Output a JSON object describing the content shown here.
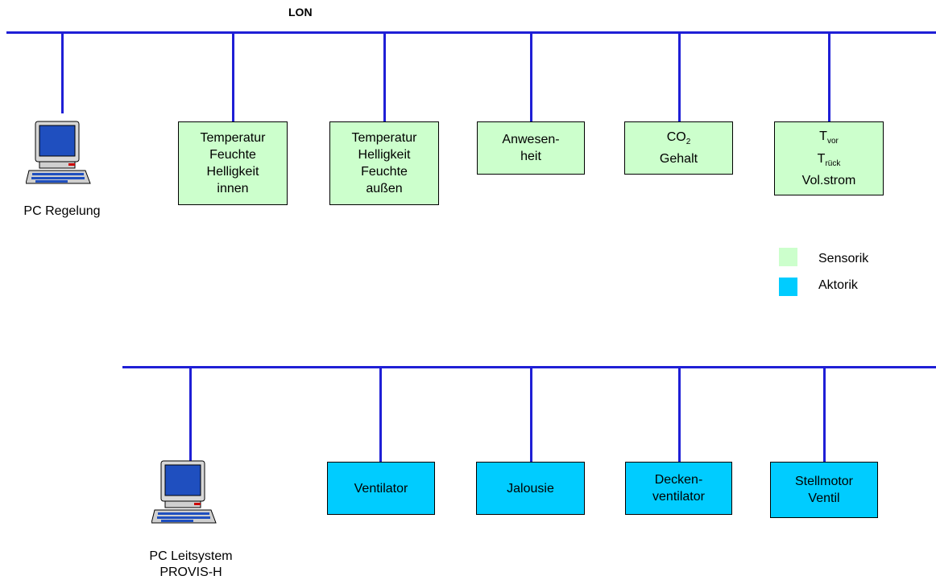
{
  "buses": {
    "top_label": "LON"
  },
  "pcs": {
    "regelung": {
      "label": "PC Regelung",
      "icon": "computer-icon"
    },
    "leitsystem": {
      "label_line1": "PC Leitsystem",
      "label_line2": "PROVIS-H",
      "icon": "computer-icon"
    }
  },
  "sensors": {
    "innen": {
      "lines": [
        "Temperatur",
        "Feuchte",
        "Helligkeit",
        "innen"
      ]
    },
    "aussen": {
      "lines": [
        "Temperatur",
        "Helligkeit",
        "Feuchte",
        "außen"
      ]
    },
    "anwesenheit": {
      "lines": [
        "Anwesen-",
        "heit"
      ]
    },
    "co2": {
      "main": "CO",
      "sub": "2",
      "line2": "Gehalt"
    },
    "temp_flow": {
      "t1": "T",
      "t1_sub": "vor",
      "t2": "T",
      "t2_sub": "rück",
      "line3": "Vol.strom"
    }
  },
  "actuators": {
    "ventilator": {
      "lines": [
        "Ventilator"
      ]
    },
    "jalousie": {
      "lines": [
        "Jalousie"
      ]
    },
    "deckenventilator": {
      "lines": [
        "Decken-",
        "ventilator"
      ]
    },
    "stellmotor": {
      "lines": [
        "Stellmotor",
        "Ventil"
      ]
    }
  },
  "legend": {
    "sensorik": "Sensorik",
    "aktorik": "Aktorik",
    "colors": {
      "sensorik": "#ccffcc",
      "aktorik": "#00ccff",
      "bus": "#1f1fd6"
    }
  }
}
